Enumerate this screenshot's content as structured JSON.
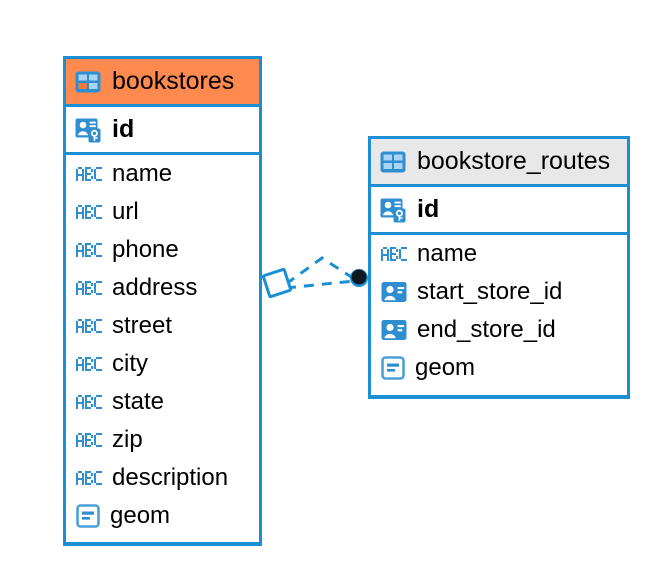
{
  "diagram": {
    "type": "entity-relationship-diagram",
    "background_color": "#ffffff",
    "accent_color": "#1b8fd4",
    "highlight_color": "#ff8a50",
    "entities": [
      {
        "id": "bookstores",
        "name": "bookstores",
        "header_style": "highlighted",
        "header_icon": "table-icon",
        "primary_key": {
          "name": "id",
          "icon": "primary-key-icon"
        },
        "fields": [
          {
            "name": "name",
            "icon": "abc-text-icon"
          },
          {
            "name": "url",
            "icon": "abc-text-icon"
          },
          {
            "name": "phone",
            "icon": "abc-text-icon"
          },
          {
            "name": "address",
            "icon": "abc-text-icon"
          },
          {
            "name": "street",
            "icon": "abc-text-icon"
          },
          {
            "name": "city",
            "icon": "abc-text-icon"
          },
          {
            "name": "state",
            "icon": "abc-text-icon"
          },
          {
            "name": "zip",
            "icon": "abc-text-icon"
          },
          {
            "name": "description",
            "icon": "abc-text-icon"
          },
          {
            "name": "geom",
            "icon": "geometry-icon"
          }
        ]
      },
      {
        "id": "bookstore_routes",
        "name": "bookstore_routes",
        "header_style": "neutral",
        "header_icon": "table-icon",
        "primary_key": {
          "name": "id",
          "icon": "primary-key-icon"
        },
        "fields": [
          {
            "name": "name",
            "icon": "abc-text-icon"
          },
          {
            "name": "start_store_id",
            "icon": "foreign-key-icon"
          },
          {
            "name": "end_store_id",
            "icon": "foreign-key-icon"
          },
          {
            "name": "geom",
            "icon": "geometry-icon"
          }
        ]
      }
    ],
    "relationships": [
      {
        "from": "bookstores",
        "to": "bookstore_routes.start_store_id",
        "style": "dashed",
        "source_marker": "diamond-marker",
        "target_marker": "filled-circle-marker"
      },
      {
        "from": "bookstores",
        "to": "bookstore_routes.end_store_id",
        "style": "dashed",
        "source_marker": "diamond-marker",
        "target_marker": "filled-circle-marker"
      }
    ]
  }
}
